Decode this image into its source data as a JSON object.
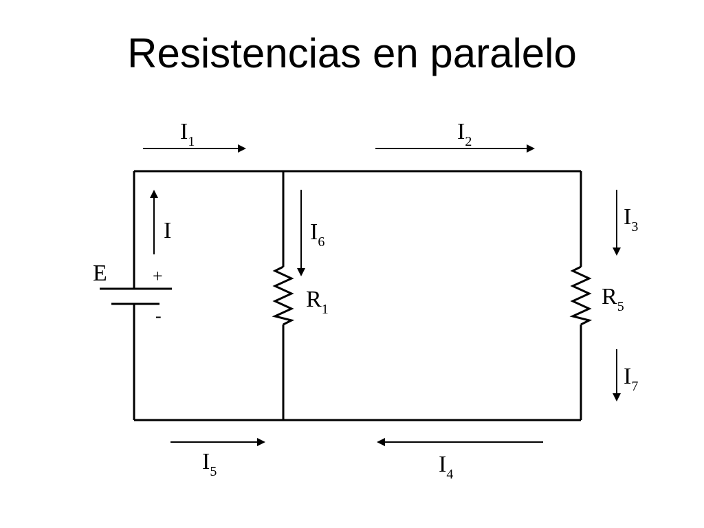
{
  "title": "Resistencias en paralelo",
  "circuit": {
    "source": {
      "label": "E",
      "plus": "+",
      "minus": "-"
    },
    "resistors": [
      {
        "main": "R",
        "sub": "1"
      },
      {
        "main": "R",
        "sub": "5"
      }
    ],
    "currents": {
      "I": {
        "main": "I",
        "sub": ""
      },
      "I1": {
        "main": "I",
        "sub": "1"
      },
      "I2": {
        "main": "I",
        "sub": "2"
      },
      "I3": {
        "main": "I",
        "sub": "3"
      },
      "I4": {
        "main": "I",
        "sub": "4"
      },
      "I5": {
        "main": "I",
        "sub": "5"
      },
      "I6": {
        "main": "I",
        "sub": "6"
      },
      "I7": {
        "main": "I",
        "sub": "7"
      }
    }
  }
}
